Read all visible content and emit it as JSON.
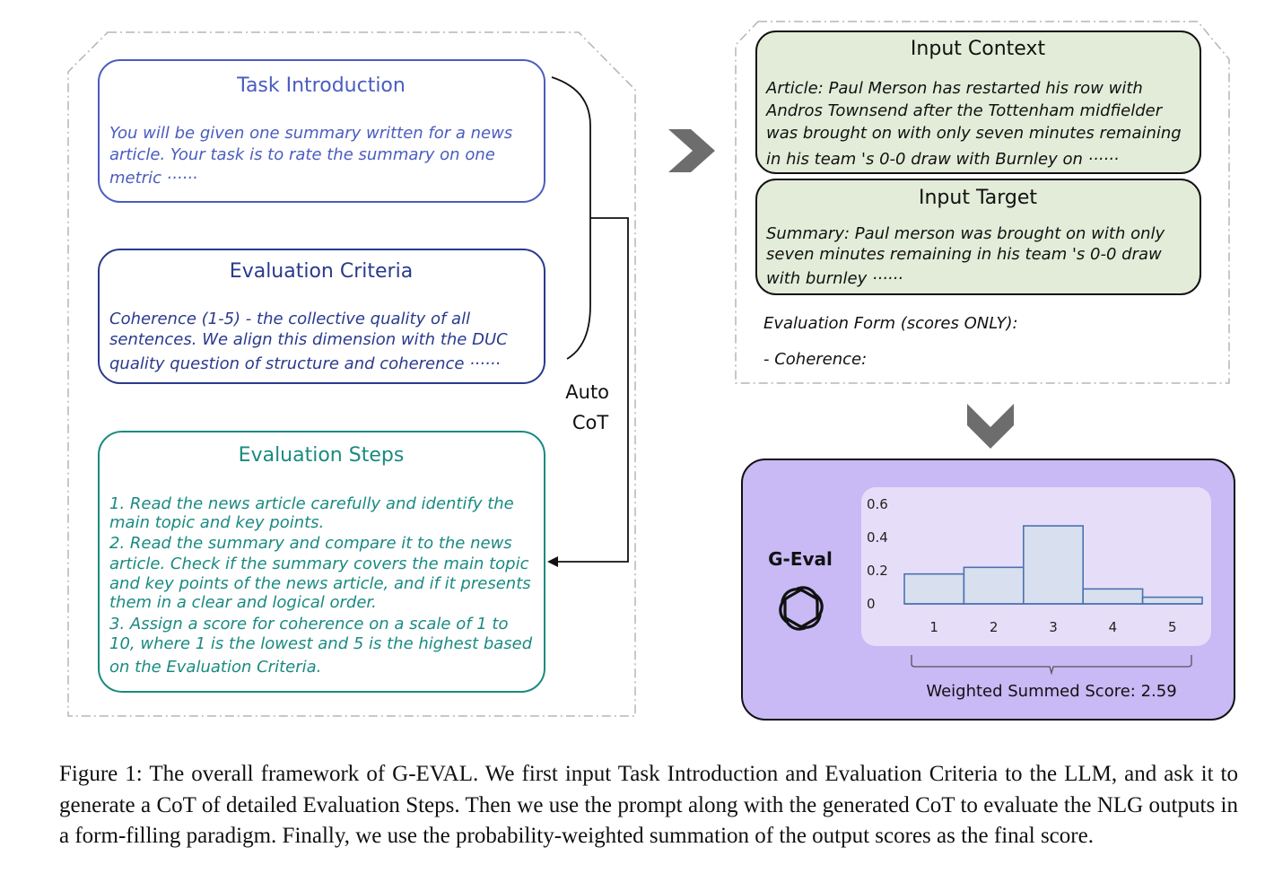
{
  "task_intro": {
    "title": "Task Introduction",
    "lines": [
      "You will be given one summary written for a news",
      "article. Your task is to rate the summary on one",
      "metric ······"
    ]
  },
  "criteria": {
    "title": "Evaluation Criteria",
    "lines": [
      "Coherence (1-5) -  the collective quality of all",
      "sentences. We align this dimension with the DUC",
      "quality question of structure and coherence ······"
    ]
  },
  "steps": {
    "title": "Evaluation Steps",
    "lines": [
      "1.  Read the news article carefully and identify the",
      "main topic and key points.",
      "2.  Read the summary and compare it to the news",
      "article. Check if the summary covers the main topic",
      "and key points of the news article, and if it presents",
      "them in a clear and logical order.",
      "3.  Assign a score for coherence on a scale of 1 to",
      "10, where 1 is the lowest and 5 is the highest based",
      "on the Evaluation Criteria."
    ]
  },
  "auto_cot": {
    "line1": "Auto",
    "line2": "CoT"
  },
  "input_context": {
    "title": "Input Context",
    "lines": [
      "Article: Paul Merson has restarted his row with",
      "Andros Townsend after the Tottenham midfielder",
      "was brought on with only seven minutes remaining",
      "in his team 's 0-0 draw with Burnley on ······"
    ]
  },
  "input_target": {
    "title": "Input Target",
    "lines": [
      "Summary: Paul merson was brought on with only",
      "seven minutes remaining in his team 's 0-0 draw",
      "with burnley ······"
    ]
  },
  "eval_form": {
    "line1": "Evaluation Form (scores ONLY):",
    "line2": "- Coherence:"
  },
  "geval": {
    "label": "G-Eval",
    "score_label": "Weighted Summed Score: 2.59"
  },
  "chart_data": {
    "type": "bar",
    "categories": [
      "1",
      "2",
      "3",
      "4",
      "5"
    ],
    "values": [
      0.18,
      0.22,
      0.47,
      0.09,
      0.04
    ],
    "yticks": [
      "0",
      "0.2",
      "0.4",
      "0.6"
    ],
    "ylim": [
      0,
      0.6
    ],
    "bar_fill": "#d8dfee",
    "bar_stroke": "#4a72b0"
  },
  "caption": "Figure 1: The overall framework of G-EVAL. We first input Task Introduction and Evaluation Criteria to the LLM, and ask it to generate a CoT of detailed Evaluation Steps. Then we use the prompt along with the generated CoT to evaluate the NLG outputs in a form-filling paradigm. Finally, we use the probability-weighted summation of the output scores as the final score.",
  "colors": {
    "intro": "#4a5cc0",
    "criteria": "#2a3a8c",
    "steps": "#1a8a80",
    "input_fill": "#e3ecd8",
    "geval_fill": "#c9b9f5",
    "chart_bg": "#e6def9"
  }
}
